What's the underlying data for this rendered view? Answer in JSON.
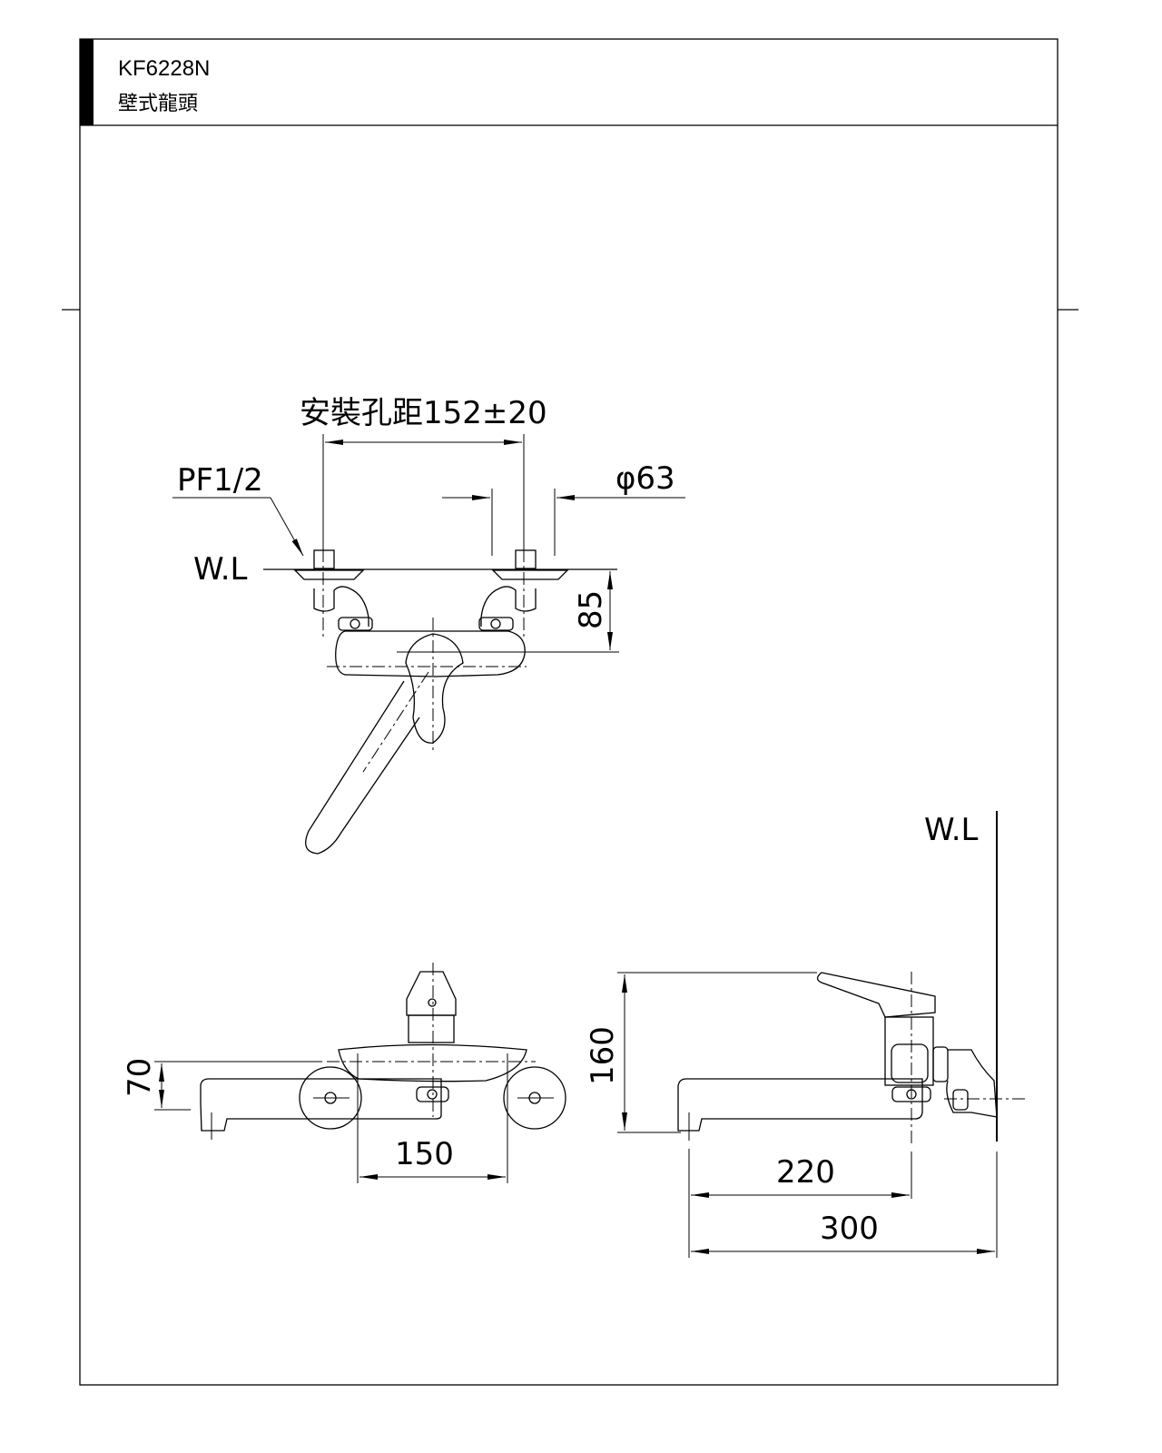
{
  "header": {
    "model": "KF6228N",
    "product_name": "壁式龍頭"
  },
  "front_view": {
    "mount_distance_label": "安裝孔距152±20",
    "thread_label": "PF1/2",
    "flange_diameter_label": "φ63",
    "water_line_label": "W.L",
    "height_label": "85"
  },
  "top_view": {
    "height_label": "70",
    "width_label": "150"
  },
  "side_view": {
    "water_line_label": "W.L",
    "height_label": "160",
    "spout_label": "220",
    "total_label": "300"
  }
}
